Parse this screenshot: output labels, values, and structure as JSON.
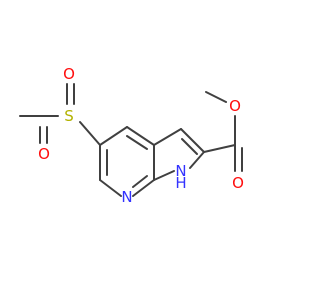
{
  "molecule": {
    "atoms": {
      "ring_nitrogen": "N",
      "nh_nitrogen": "N",
      "nh_hydrogen": "H",
      "sulfur": "S",
      "sulfonyl_oxygen_top": "O",
      "sulfonyl_oxygen_bottom": "O",
      "carbonyl_oxygen": "O",
      "ester_oxygen": "O"
    },
    "colors": {
      "bond": "#404040",
      "nitrogen": "#3333ff",
      "oxygen": "#ff0d0d",
      "sulfur": "#b2b200"
    }
  }
}
